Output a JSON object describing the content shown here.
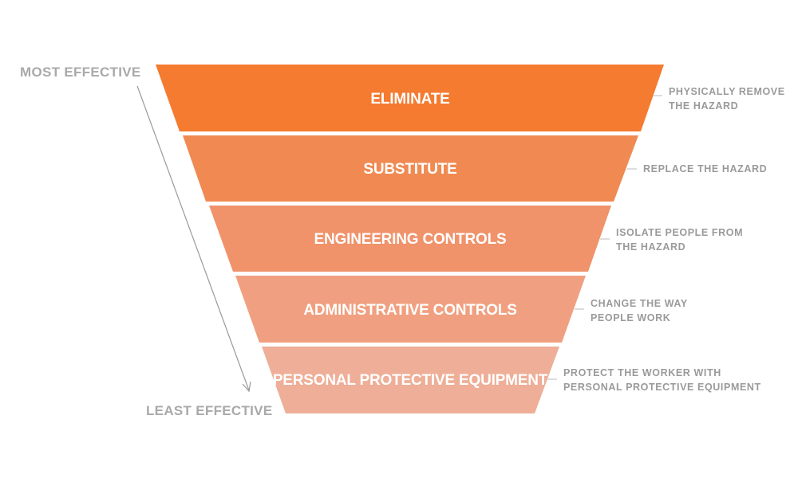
{
  "scale": {
    "top": "MOST EFFECTIVE",
    "bottom": "LEAST EFFECTIVE"
  },
  "levels": [
    {
      "label": "ELIMINATE",
      "description": [
        "PHYSICALLY REMOVE",
        "THE HAZARD"
      ],
      "color": "#f47b30"
    },
    {
      "label": "SUBSTITUTE",
      "description": [
        "REPLACE THE HAZARD"
      ],
      "color": "#f08a52"
    },
    {
      "label": "ENGINEERING CONTROLS",
      "description": [
        "ISOLATE PEOPLE FROM",
        "THE HAZARD"
      ],
      "color": "#f0926a"
    },
    {
      "label": "ADMINISTRATIVE CONTROLS",
      "description": [
        "CHANGE THE WAY",
        "PEOPLE WORK"
      ],
      "color": "#f0a080"
    },
    {
      "label": "PERSONAL PROTECTIVE EQUIPMENT",
      "description": [
        "PROTECT THE WORKER WITH",
        "PERSONAL PROTECTIVE EQUIPMENT"
      ],
      "color": "#eeae97"
    }
  ],
  "colors": {
    "description_text": "#9a9a9a",
    "scale_text": "#a9a9a9",
    "arrow": "#9a9a9a"
  }
}
